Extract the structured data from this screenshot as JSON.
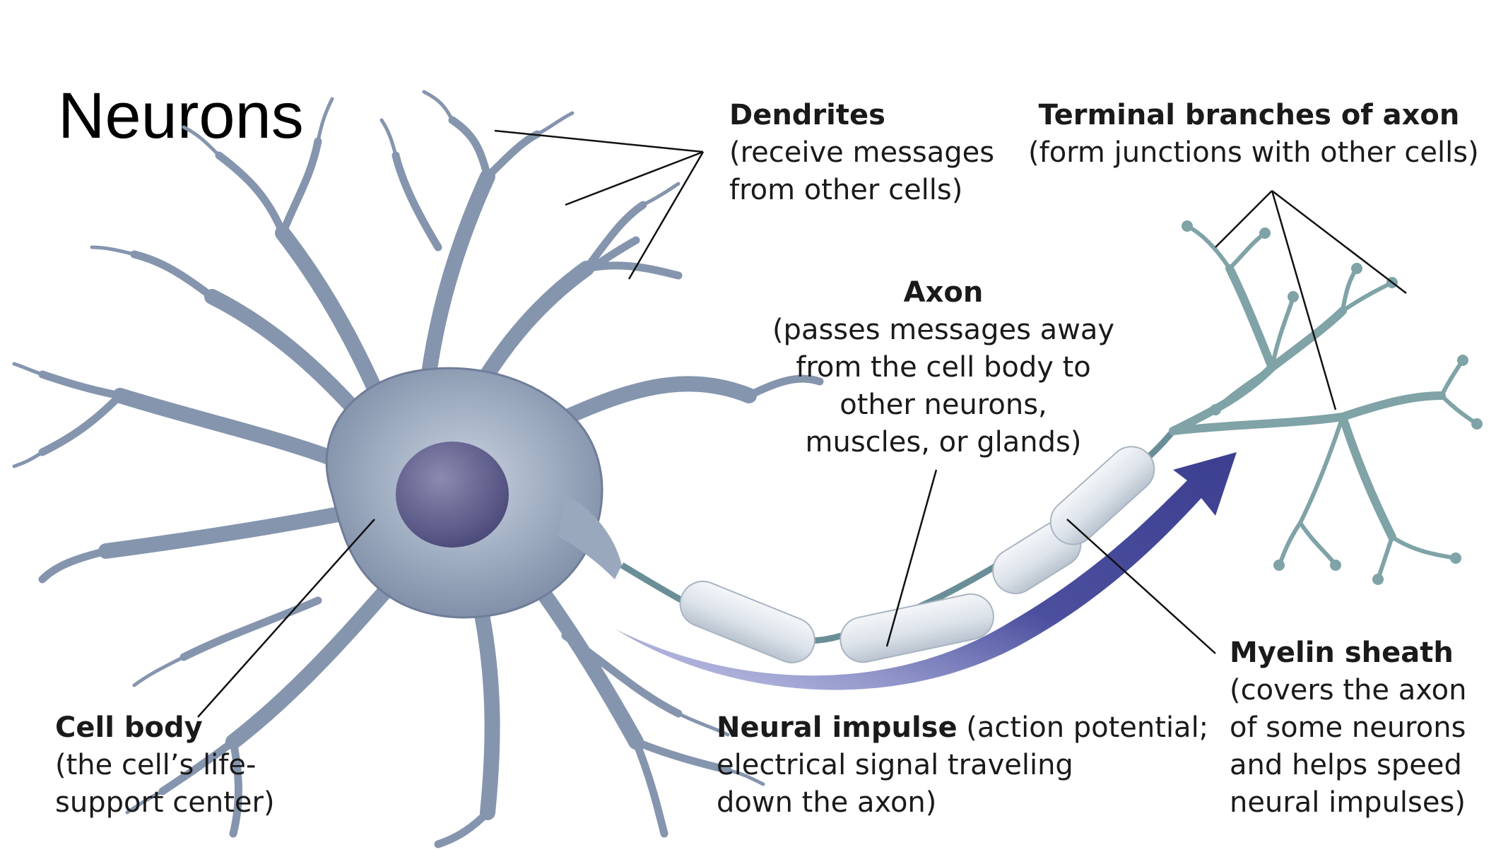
{
  "title": "Neurons",
  "labels": {
    "dendrites": {
      "heading": "Dendrites",
      "line1": "(receive messages",
      "line2": "from other cells)"
    },
    "terminal": {
      "heading": "Terminal branches of axon",
      "line1": "(form junctions with other cells)"
    },
    "axon": {
      "heading": "Axon",
      "line1": "(passes messages away",
      "line2": "from the cell body to",
      "line3": "other neurons,",
      "line4": "muscles, or glands)"
    },
    "myelin": {
      "heading": "Myelin sheath",
      "line1": "(covers the axon",
      "line2": "of some neurons",
      "line3": "and helps speed",
      "line4": "neural impulses)"
    },
    "impulse": {
      "heading": "Neural impulse",
      "line1_rest": " (action potential;",
      "line2": "electrical signal traveling",
      "line3": "down the axon)"
    },
    "cell_body": {
      "heading": "Cell body",
      "line1": "(the cell’s life-",
      "line2": "support center)"
    }
  },
  "colors": {
    "cell": "#8f9db3",
    "cell_dark": "#5c6a85",
    "nucleus": "#5b5a86",
    "myelin": "#e2e7ee",
    "terminal": "#7fa3a6",
    "impulse": "#4b4f9e",
    "leader": "#111111"
  }
}
